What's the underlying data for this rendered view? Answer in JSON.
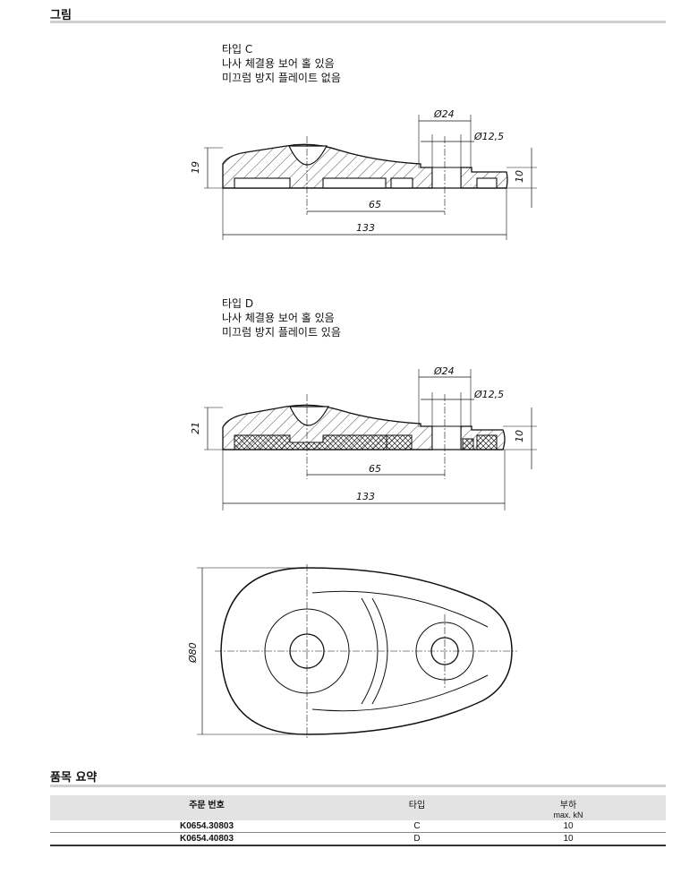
{
  "sections": {
    "drawings_title": "그림",
    "summary_title": "품목 요약"
  },
  "drawing_c": {
    "caption": [
      "타입 C",
      "나사 체결용 보어 홀 있음",
      "미끄럼 방지 플레이트 없음"
    ],
    "dims": {
      "bore_outer": "Ø24",
      "bore_inner": "Ø12,5",
      "height": "19",
      "step": "10",
      "offset": "65",
      "length": "133"
    }
  },
  "drawing_d": {
    "caption": [
      "타입 D",
      "나사 체결용 보어 홀 있음",
      "미끄럼 방지 플레이트 있음"
    ],
    "dims": {
      "bore_outer": "Ø24",
      "bore_inner": "Ø12,5",
      "height": "21",
      "step": "10",
      "offset": "65",
      "length": "133"
    }
  },
  "plan_view": {
    "width_dim": "Ø80"
  },
  "table": {
    "headers": {
      "order_no": "주문 번호",
      "type": "타입",
      "load": "부하",
      "load_unit": "max. kN"
    },
    "rows": [
      {
        "order_no": "K0654.30803",
        "type": "C",
        "load": "10"
      },
      {
        "order_no": "K0654.40803",
        "type": "D",
        "load": "10"
      }
    ]
  }
}
